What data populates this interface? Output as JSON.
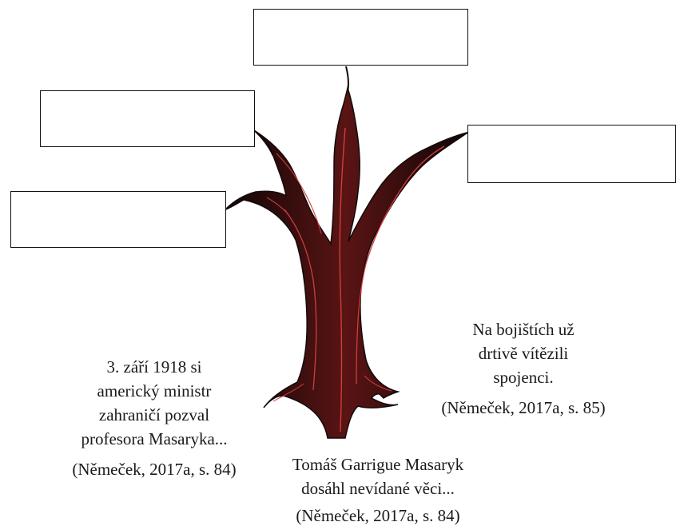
{
  "colors": {
    "trunk_dark": "#140909",
    "trunk_red": "#5a1414",
    "vein": "#d23c3c",
    "box_border": "#111111"
  },
  "answer_boxes": [
    {
      "id": "top",
      "value": ""
    },
    {
      "id": "upper-left",
      "value": ""
    },
    {
      "id": "right",
      "value": ""
    },
    {
      "id": "lower-left",
      "value": ""
    }
  ],
  "captions": {
    "left": {
      "lines": [
        "3. září 1918 si",
        "americký ministr",
        "zahraničí pozval",
        "profesora Masaryka..."
      ],
      "citation": "(Němeček, 2017a, s. 84)"
    },
    "right": {
      "lines": [
        "Na bojištích už",
        "drtivě vítězili",
        "spojenci."
      ],
      "citation": "(Němeček, 2017a, s. 85)"
    },
    "bottom": {
      "lines": [
        "Tomáš Garrigue Masaryk",
        "dosáhl nevídané věci..."
      ],
      "citation": "(Němeček, 2017a, s. 84)"
    }
  }
}
